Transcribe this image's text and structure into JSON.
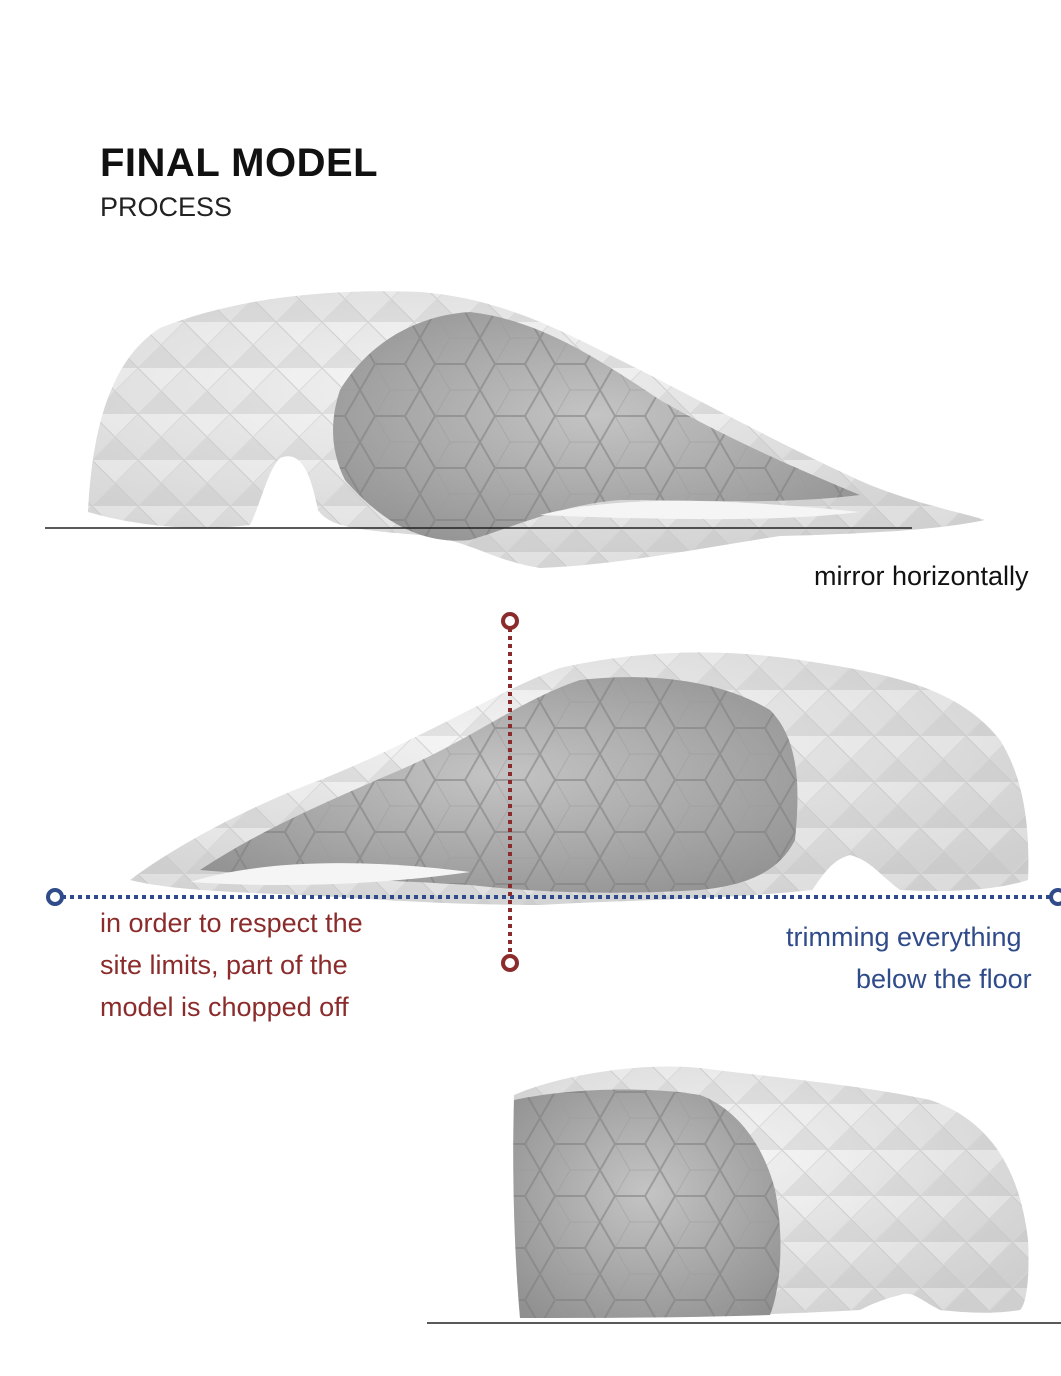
{
  "header": {
    "title": "FINAL MODEL",
    "subtitle": "PROCESS"
  },
  "captions": {
    "mirror": "mirror horizontally",
    "site_limits": [
      "in order to respect the",
      "site limits, part of the",
      "model is chopped off"
    ],
    "trim": [
      "trimming everything",
      "below the floor"
    ]
  },
  "colors": {
    "red_marker": "#8b2b2b",
    "blue_marker": "#2f4b8a",
    "model_light": "#e4e4e4",
    "model_dark": "#a9a9a9"
  }
}
